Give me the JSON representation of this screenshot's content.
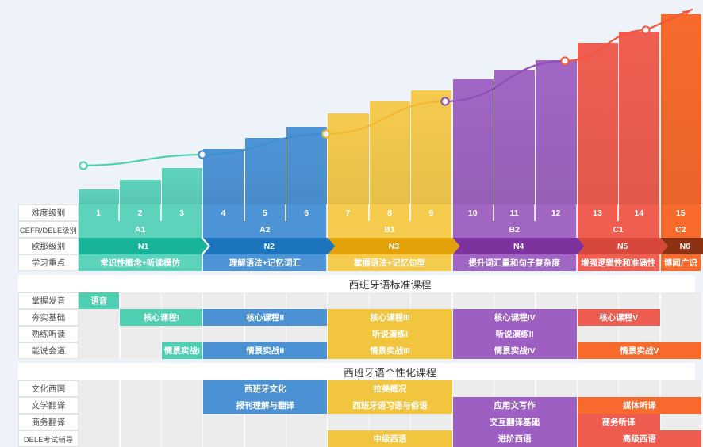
{
  "meta": {
    "background": "#eef2f9",
    "label_col_label": "row-label-column"
  },
  "chart_data": {
    "type": "bar",
    "title": "",
    "xlabel": "",
    "ylabel": "",
    "categories": [
      "1",
      "2",
      "3",
      "4",
      "5",
      "6",
      "7",
      "8",
      "9",
      "10",
      "11",
      "12",
      "13",
      "14",
      "15"
    ],
    "values": [
      16,
      26,
      38,
      58,
      70,
      82,
      96,
      108,
      120,
      132,
      142,
      152,
      170,
      182,
      200
    ],
    "ylim": [
      0,
      215
    ],
    "grid": false,
    "legend": "none",
    "bar_colors": [
      "#5ed3bb",
      "#5ed3bb",
      "#5ed3bb",
      "#4d94d6",
      "#4d94d6",
      "#4d94d6",
      "#f5cb4e",
      "#f5cb4e",
      "#f5cb4e",
      "#a166c4",
      "#a166c4",
      "#a166c4",
      "#ef5e51",
      "#ef5e51",
      "#f86a2c"
    ],
    "trend_line": {
      "label": "growth-trend-arrow",
      "has_arrow_head": true,
      "segment_colors": [
        "#4cd0b4",
        "#3e8ed0",
        "#f2b733",
        "#8e4fb8",
        "#f4553c"
      ],
      "markers_x": [
        105,
        255,
        411,
        561,
        712,
        814
      ],
      "markers_y": [
        209,
        195,
        169,
        128,
        77,
        38
      ]
    }
  },
  "header_rows": [
    {
      "name": "difficulty-level",
      "label": "难度级别",
      "cells": [
        {
          "text": "1",
          "span": 1,
          "color": "#5ed3bb"
        },
        {
          "text": "2",
          "span": 1,
          "color": "#5ed3bb"
        },
        {
          "text": "3",
          "span": 1,
          "color": "#5ed3bb"
        },
        {
          "text": "4",
          "span": 1,
          "color": "#4d94d6"
        },
        {
          "text": "5",
          "span": 1,
          "color": "#4d94d6"
        },
        {
          "text": "6",
          "span": 1,
          "color": "#4d94d6"
        },
        {
          "text": "7",
          "span": 1,
          "color": "#f5cb4e"
        },
        {
          "text": "8",
          "span": 1,
          "color": "#f5cb4e"
        },
        {
          "text": "9",
          "span": 1,
          "color": "#f5cb4e"
        },
        {
          "text": "10",
          "span": 1,
          "color": "#a166c4"
        },
        {
          "text": "11",
          "span": 1,
          "color": "#a166c4"
        },
        {
          "text": "12",
          "span": 1,
          "color": "#a166c4"
        },
        {
          "text": "13",
          "span": 1,
          "color": "#ef5e51"
        },
        {
          "text": "14",
          "span": 1,
          "color": "#ef5e51"
        },
        {
          "text": "15",
          "span": 1,
          "color": "#f86a2c"
        }
      ]
    },
    {
      "name": "cefr-dele-level",
      "label": "CEFR/DELE级别",
      "cells": [
        {
          "text": "A1",
          "span": 3,
          "color": "#5ed3bb"
        },
        {
          "text": "A2",
          "span": 3,
          "color": "#4d94d6"
        },
        {
          "text": "B1",
          "span": 3,
          "color": "#f5cb4e"
        },
        {
          "text": "B2",
          "span": 3,
          "color": "#a166c4"
        },
        {
          "text": "C1",
          "span": 2,
          "color": "#ef5e51"
        },
        {
          "text": "C2",
          "span": 1,
          "color": "#f86a2c"
        }
      ]
    },
    {
      "name": "ouna-level",
      "label": "欧那级别",
      "chevron": true,
      "cells": [
        {
          "text": "N1",
          "span": 3,
          "color": "#16b398"
        },
        {
          "text": "N2",
          "span": 3,
          "color": "#1c74bd"
        },
        {
          "text": "N3",
          "span": 3,
          "color": "#e2a107"
        },
        {
          "text": "N4",
          "span": 3,
          "color": "#7c339e"
        },
        {
          "text": "N5",
          "span": 2,
          "color": "#d8473b"
        },
        {
          "text": "N6",
          "span": 1,
          "color": "#8c3213"
        }
      ]
    },
    {
      "name": "study-focus",
      "label": "学习重点",
      "cells": [
        {
          "text": "常识性概念+听读模仿",
          "span": 3,
          "color": "#5ed3bb"
        },
        {
          "text": "理解语法+记忆词汇",
          "span": 3,
          "color": "#4d94d6"
        },
        {
          "text": "掌握语法+记忆句型",
          "span": 3,
          "color": "#f5cb4e"
        },
        {
          "text": "提升词汇量和句子复杂度",
          "span": 3,
          "color": "#a166c4"
        },
        {
          "text": "增强逻辑性和准确性",
          "span": 2,
          "color": "#ef5e51"
        },
        {
          "text": "博闻广识",
          "span": 1,
          "color": "#f86a2c"
        }
      ]
    }
  ],
  "standard_section": {
    "title": "西班牙语标准课程",
    "title_start_col": 7,
    "title_span": 3,
    "rows": [
      {
        "name": "master-pronunciation",
        "label": "掌握发音",
        "items": [
          {
            "text": "语音",
            "start": 1,
            "span": 1,
            "color": "#4fcfb2"
          }
        ]
      },
      {
        "name": "solid-foundation",
        "label": "夯实基础",
        "items": [
          {
            "text": "核心课程I",
            "start": 2,
            "span": 2,
            "color": "#4fcfb2"
          },
          {
            "text": "核心课程II",
            "start": 4,
            "span": 3,
            "color": "#4a92d4"
          },
          {
            "text": "核心课程III",
            "start": 7,
            "span": 3,
            "color": "#f2c53f"
          },
          {
            "text": "核心课程IV",
            "start": 10,
            "span": 3,
            "color": "#9d5fc2"
          },
          {
            "text": "核心课程V",
            "start": 13,
            "span": 2,
            "color": "#ee5c4f"
          }
        ]
      },
      {
        "name": "fluent-listening-reading",
        "label": "熟练听读",
        "items": [
          {
            "text": "听说演练I",
            "start": 7,
            "span": 3,
            "color": "#f2c53f"
          },
          {
            "text": "听说演练II",
            "start": 10,
            "span": 3,
            "color": "#9d5fc2"
          }
        ]
      },
      {
        "name": "able-to-speak",
        "label": "能说会道",
        "items": [
          {
            "text": "情景实战I",
            "start": 3,
            "span": 1,
            "color": "#4fcfb2"
          },
          {
            "text": "情景实战II",
            "start": 4,
            "span": 3,
            "color": "#4a92d4"
          },
          {
            "text": "情景实战III",
            "start": 7,
            "span": 3,
            "color": "#f2c53f"
          },
          {
            "text": "情景实战IV",
            "start": 10,
            "span": 3,
            "color": "#9d5fc2"
          },
          {
            "text": "情景实战V",
            "start": 13,
            "span": 3,
            "color": "#f86a2c"
          }
        ]
      }
    ]
  },
  "personalized_section": {
    "title": "西班牙语个性化课程",
    "title_start_col": 7,
    "title_span": 3,
    "rows": [
      {
        "name": "culture-of-spain",
        "label": "文化西国",
        "items": [
          {
            "text": "西班牙文化",
            "start": 4,
            "span": 3,
            "color": "#4a92d4"
          },
          {
            "text": "拉美概况",
            "start": 7,
            "span": 3,
            "color": "#f2c53f"
          }
        ]
      },
      {
        "name": "literary-translation",
        "label": "文学翻译",
        "items": [
          {
            "text": "报刊理解与翻译",
            "start": 4,
            "span": 3,
            "color": "#4a92d4"
          },
          {
            "text": "西班牙语习语与俗语",
            "start": 7,
            "span": 3,
            "color": "#f2c53f"
          },
          {
            "text": "应用文写作",
            "start": 10,
            "span": 3,
            "color": "#9d5fc2"
          },
          {
            "text": "媒体听译",
            "start": 13,
            "span": 3,
            "color": "#f86a2c"
          }
        ]
      },
      {
        "name": "business-translation",
        "label": "商务翻译",
        "items": [
          {
            "text": "交互翻译基础",
            "start": 10,
            "span": 3,
            "color": "#9d5fc2"
          },
          {
            "text": "商务听译",
            "start": 13,
            "span": 2,
            "color": "#ee5c4f"
          }
        ]
      },
      {
        "name": "dele-exam-tutoring",
        "label": "DELE考试辅导",
        "items": [
          {
            "text": "中级西语",
            "start": 7,
            "span": 3,
            "color": "#f2c53f"
          },
          {
            "text": "进阶西语",
            "start": 10,
            "span": 3,
            "color": "#9d5fc2"
          },
          {
            "text": "高级西语",
            "start": 13,
            "span": 3,
            "color": "#ee5c4f"
          }
        ]
      }
    ]
  }
}
